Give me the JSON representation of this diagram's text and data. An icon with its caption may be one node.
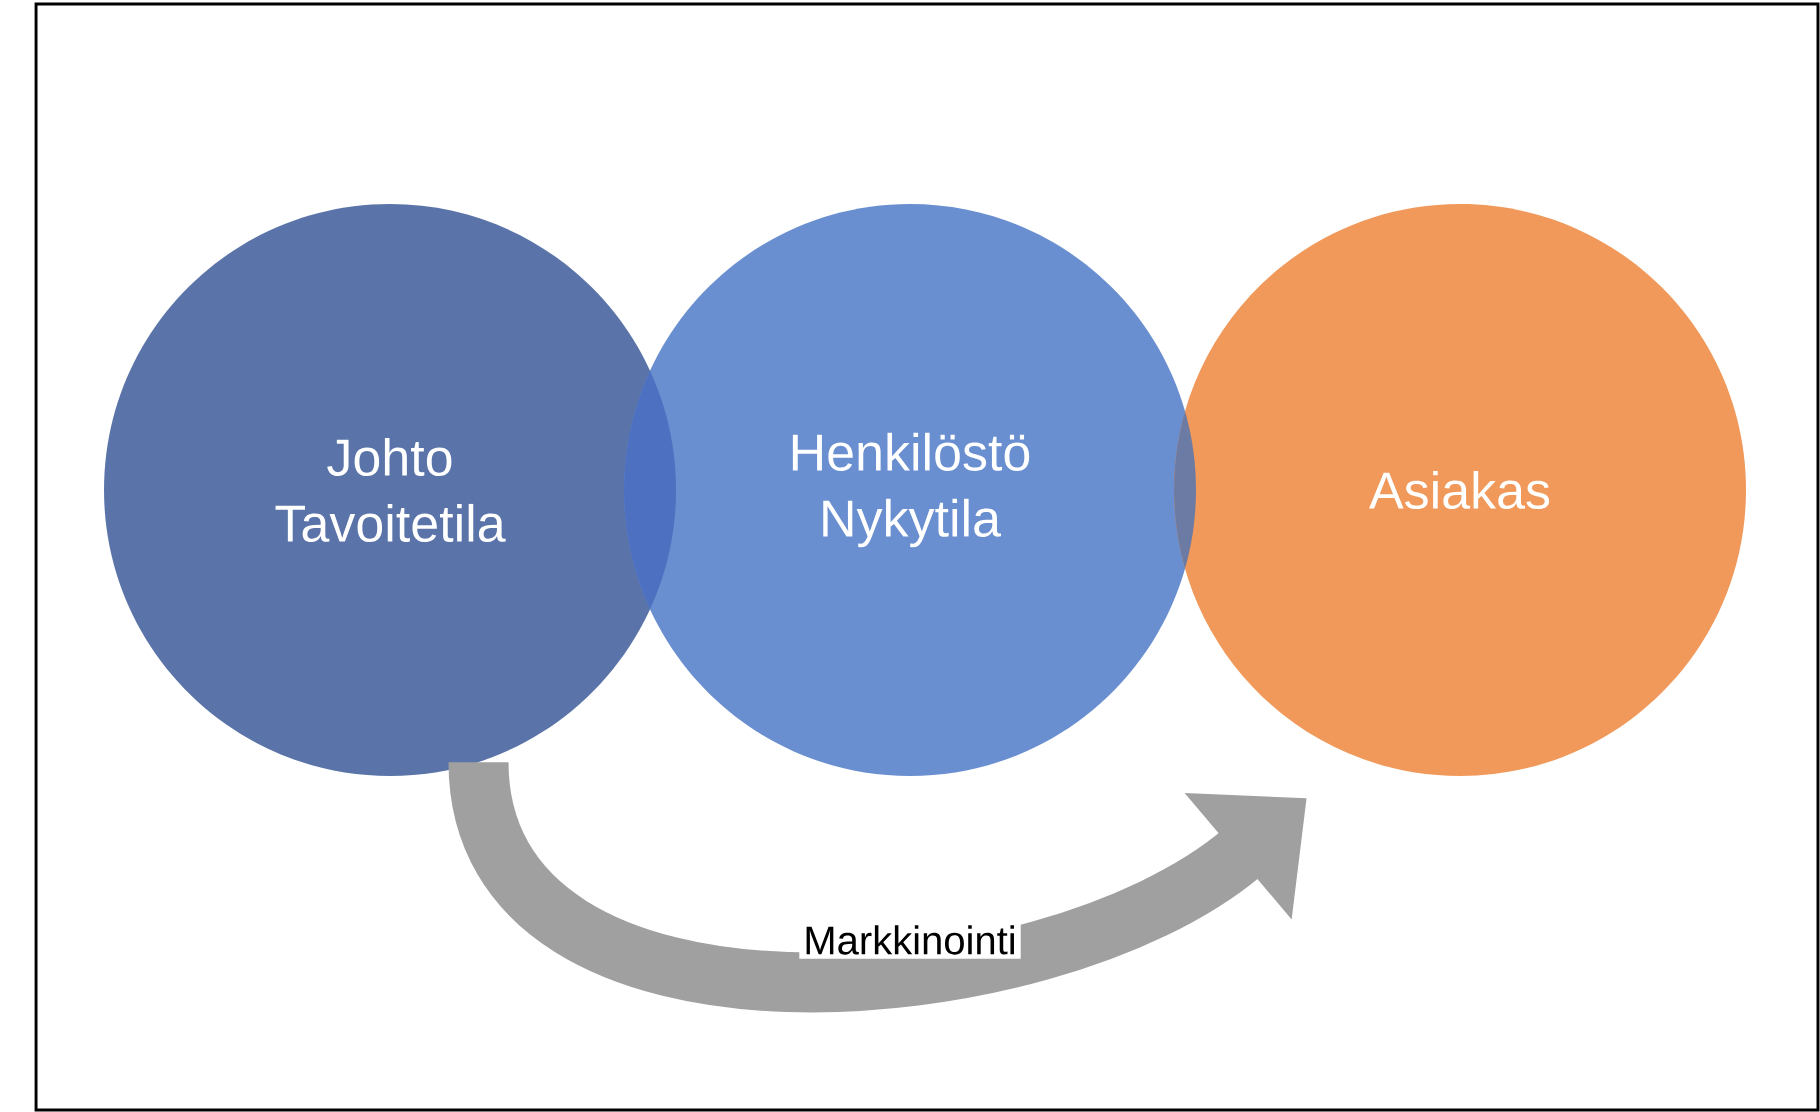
{
  "diagram": {
    "nodes": [
      {
        "text": [
          "Johto Tavoitetila"
        ]
      },
      {
        "text": [
          "Henkilöstö Nykytila"
        ]
      },
      {
        "text": [
          "Asiakas"
        ]
      }
    ],
    "edges": [
      {
        "from": 0,
        "to": 2,
        "arrow": "to",
        "label": "Markkinointi"
      }
    ]
  }
}
